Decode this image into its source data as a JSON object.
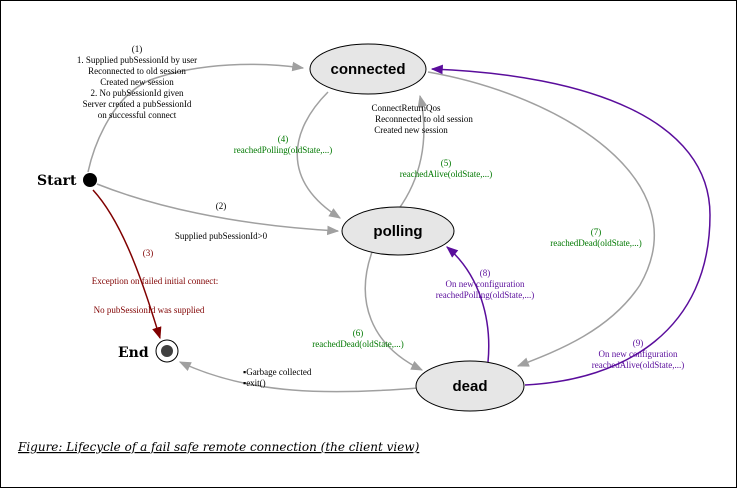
{
  "colors": {
    "gray": "#a0a0a0",
    "green": "#007800",
    "darkred": "#800000",
    "purple": "#5a0d9c",
    "node_fill": "#e6e6e6"
  },
  "nodes": {
    "connected": "connected",
    "polling": "polling",
    "dead": "dead",
    "start": "Start",
    "end": "End"
  },
  "edges": {
    "e1": {
      "num": "(1)",
      "lines": [
        "1. Supplied pubSessionId by user",
        "Reconnected to old session",
        "Created new session",
        "2. No pubSessionId given",
        "Server created a pubSessionId",
        "on successful connect"
      ]
    },
    "e2": {
      "num": "(2)",
      "text": "Supplied pubSessionId>0"
    },
    "e3": {
      "num": "(3)",
      "line1": "Exception on failed initial connect:",
      "line2": "No pubSessionId was supplied"
    },
    "e4": {
      "num": "(4)",
      "text": "reachedPolling(oldState,...)"
    },
    "e5": {
      "num": "(5)",
      "text": "reachedAlive(oldState,...)"
    },
    "e6": {
      "num": "(6)",
      "text": "reachedDead(oldState,...)"
    },
    "e7": {
      "num": "(7)",
      "text": "reachedDead(oldState,...)"
    },
    "e8": {
      "num": "(8)",
      "line1": "On new configuration",
      "line2": "reachedPolling(oldState,...)"
    },
    "e9": {
      "num": "(9)",
      "line1": "On new configuration",
      "line2": "reachedAlive(oldState,...)"
    },
    "connect_return": {
      "lines": [
        "ConnectReturnQos",
        "Reconnected to old session",
        "Created new session"
      ]
    },
    "gc": {
      "lines": [
        "▪Garbage collected",
        "▪exit()"
      ]
    }
  },
  "caption": "Figure: Lifecycle of a fail safe remote connection (the client view)"
}
